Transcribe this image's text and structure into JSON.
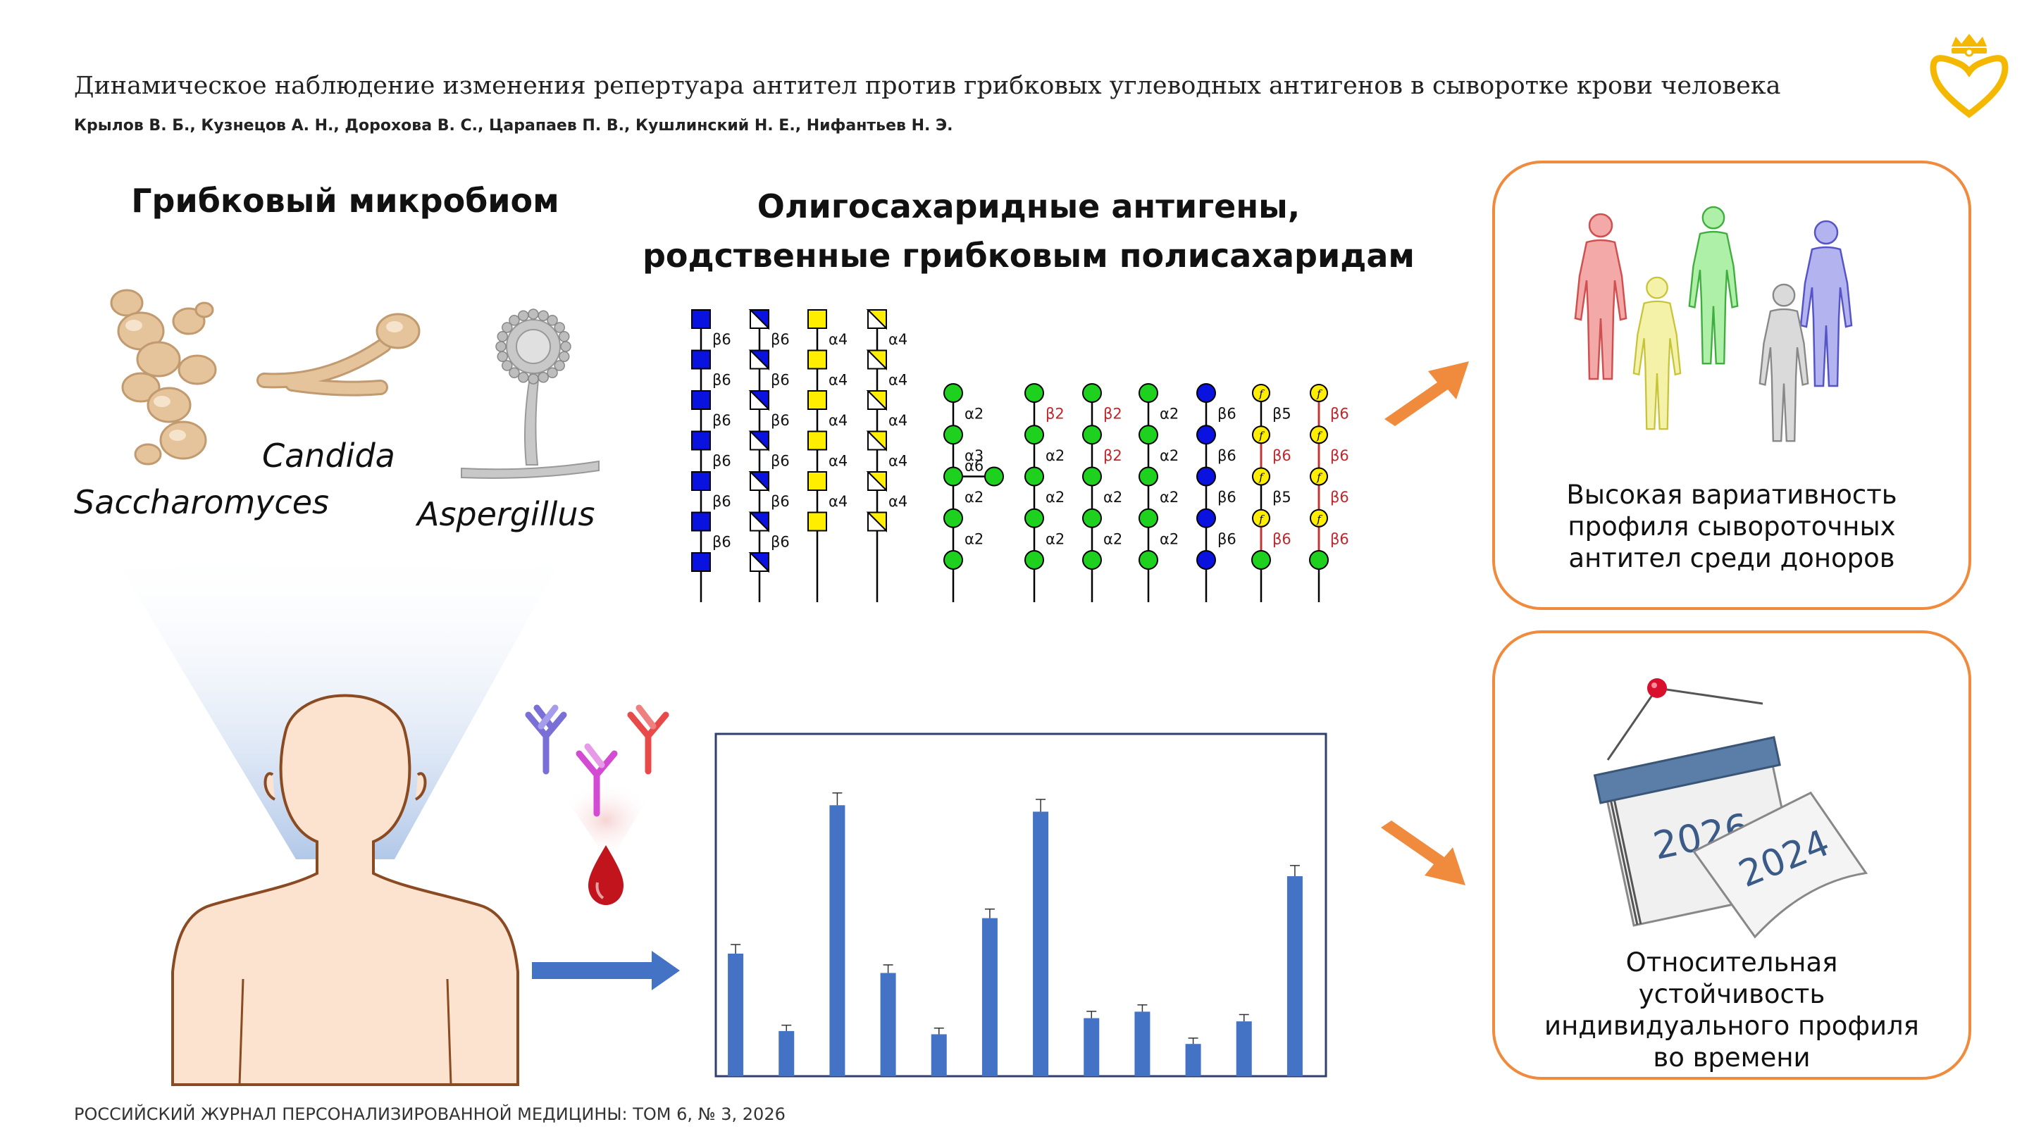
{
  "header": {
    "title": "Динамическое наблюдение изменения репертуара антител против грибковых углеводных антигенов в сыворотке крови человека",
    "authors": "Крылов В. Б., Кузнецов А. Н., Дорохова В. С., Царапаев П. В., Кушлинский Н. Е., Нифантьев Н. Э."
  },
  "microbiome": {
    "heading": "Грибковый микробиом",
    "species": [
      "Candida",
      "Saccharomyces",
      "Aspergillus"
    ]
  },
  "antigens": {
    "heading_line1": "Олигосахаридные антигены,",
    "heading_line2": "родственные грибковым полисахаридам",
    "chains": [
      {
        "symbol": "blue-square",
        "links": [
          "β6",
          "β6",
          "β6",
          "β6",
          "β6",
          "β6"
        ]
      },
      {
        "symbol": "half-blue-square",
        "links": [
          "β6",
          "β6",
          "β6",
          "β6",
          "β6",
          "β6"
        ]
      },
      {
        "symbol": "yellow-square",
        "links": [
          "α4",
          "α4",
          "α4",
          "α4",
          "α4"
        ]
      },
      {
        "symbol": "half-yellow-square",
        "links": [
          "α4",
          "α4",
          "α4",
          "α4",
          "α4"
        ]
      },
      {
        "symbol": "green-circle-branched",
        "links": [
          "α2",
          "α3",
          "α2",
          "α2"
        ],
        "branch_link": "α6"
      },
      {
        "symbol": "green-circle",
        "links": [
          "β2",
          "α2",
          "α2",
          "α2"
        ]
      },
      {
        "symbol": "green-circle",
        "links": [
          "β2",
          "β2",
          "α2",
          "α2"
        ]
      },
      {
        "symbol": "green-circle",
        "links": [
          "α2",
          "α2",
          "α2",
          "α2"
        ]
      },
      {
        "symbol": "blue-circle",
        "links": [
          "β6",
          "β6",
          "β6",
          "β6"
        ]
      },
      {
        "symbol": "galf-green",
        "links": [
          "β5",
          "β6",
          "β5",
          "β6"
        ]
      },
      {
        "symbol": "galf",
        "links": [
          "β6",
          "β6",
          "β6",
          "β6"
        ]
      }
    ],
    "galf_label": "f"
  },
  "boxes": {
    "variability": "Высокая вариативность профиля сывороточных антител среди доноров",
    "stability": "Относительная устойчивость индивидуального профиля во времени"
  },
  "calendar": {
    "year_new": "2026",
    "year_old": "2024"
  },
  "chart_data": {
    "type": "bar",
    "values": [
      38,
      14,
      84,
      32,
      13,
      49,
      82,
      18,
      20,
      10,
      17,
      62
    ],
    "errors": [
      1.5,
      0.5,
      2.5,
      1.2,
      0.6,
      1.5,
      2.5,
      0.8,
      0.8,
      0.5,
      0.8,
      2.0
    ],
    "ylim": [
      0,
      100
    ],
    "color": "#4472c4"
  },
  "footer": {
    "journal": "РОССИЙСКИЙ ЖУРНАЛ ПЕРСОНАЛИЗИРОВАННОЙ МЕДИЦИНЫ: ТОМ 6, № 3, 2026"
  },
  "colors": {
    "accent_orange": "#f08a3c",
    "bar_blue": "#4472c4",
    "skin": "#fbe3d0"
  }
}
